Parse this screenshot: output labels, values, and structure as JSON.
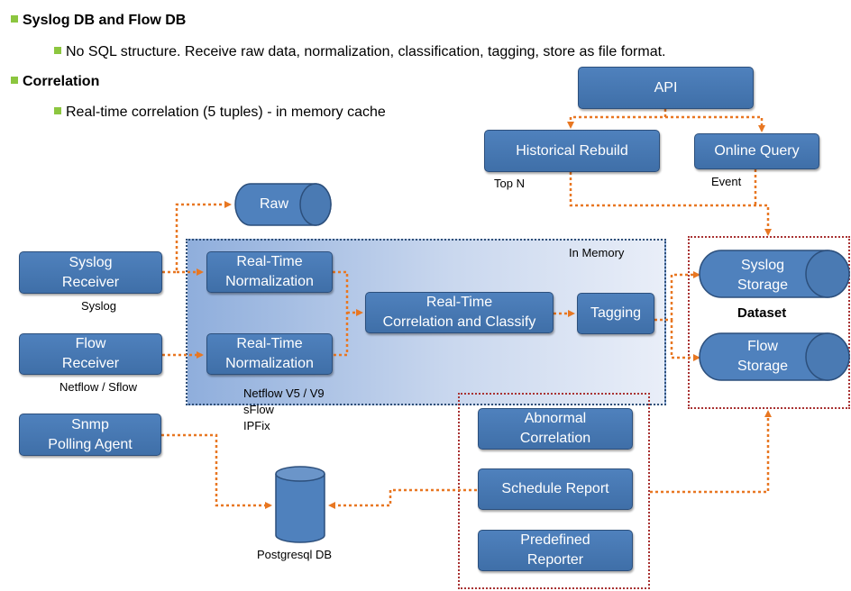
{
  "bullets": [
    {
      "text": "Syslog DB and Flow DB",
      "bold": true
    },
    {
      "text": "No SQL  structure.  Receive raw data, normalization, classification, tagging, store as file format.",
      "bold": false
    },
    {
      "text": "Correlation",
      "bold": true
    },
    {
      "text": "Real-time correlation (5 tuples) -  in memory cache",
      "bold": false
    }
  ],
  "nodes": {
    "api": "API",
    "historical_rebuild": "Historical  Rebuild",
    "online_query": "Online Query",
    "raw": "Raw",
    "syslog_receiver": [
      "Syslog",
      "Receiver"
    ],
    "flow_receiver": [
      "Flow",
      "Receiver"
    ],
    "snmp_agent": [
      "Snmp",
      "Polling Agent"
    ],
    "normalization_1": [
      "Real-Time",
      "Normalization"
    ],
    "normalization_2": [
      "Real-Time",
      "Normalization"
    ],
    "correlation": [
      "Real-Time",
      "Correlation and Classify"
    ],
    "tagging": "Tagging",
    "syslog_storage": [
      "Syslog",
      "Storage"
    ],
    "flow_storage": [
      "Flow",
      "Storage"
    ],
    "abnormal_correlation": [
      "Abnormal",
      "Correlation"
    ],
    "schedule_report": "Schedule Report",
    "predefined_reporter": [
      "Predefined",
      "Reporter"
    ]
  },
  "labels": {
    "top_n": "Top N",
    "event": "Event",
    "in_memory": "In Memory",
    "syslog": "Syslog",
    "netflow_sflow": "Netflow / Sflow",
    "flow_formats": [
      "Netflow V5 / V9",
      "sFlow",
      "IPFix"
    ],
    "dataset": "Dataset",
    "postgresql_db": "Postgresql DB"
  },
  "colors": {
    "box": "#4f81bd",
    "arrow": "#e87722",
    "frame": "#a83232",
    "bullet": "#8cc63f"
  }
}
